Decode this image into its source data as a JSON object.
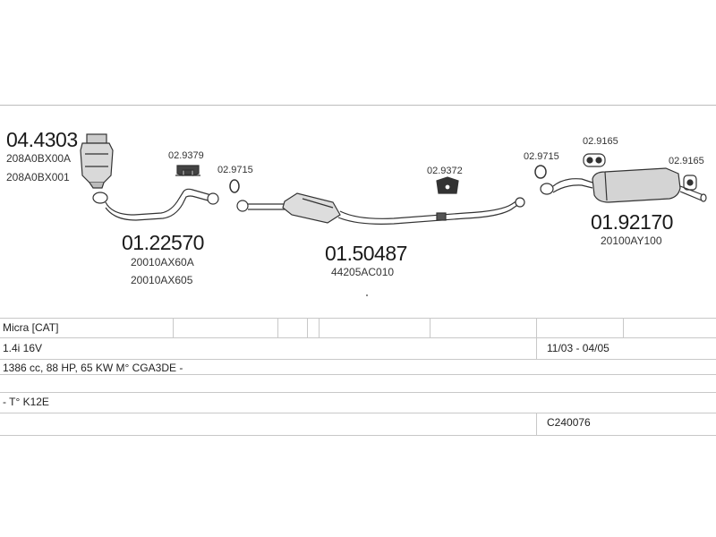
{
  "parts": {
    "catalyst": {
      "code": "04.4303",
      "oem": [
        "208A0BX00A",
        "208A0BX001"
      ]
    },
    "gasket_front": {
      "code": "02.9379"
    },
    "front_pipe": {
      "code": "01.22570",
      "oem": [
        "20010AX60A",
        "20010AX605"
      ]
    },
    "ring_1": {
      "code": "02.9715"
    },
    "center_section": {
      "code": "01.50487",
      "oem": [
        "44205AC010"
      ]
    },
    "hanger_mid": {
      "code": "02.9372"
    },
    "ring_2": {
      "code": "02.9715"
    },
    "hanger_rear": {
      "code": "02.9165"
    },
    "hanger_tail": {
      "code": "02.9165"
    },
    "rear_silencer": {
      "code": "01.92170",
      "oem": [
        "20100AY100"
      ]
    }
  },
  "vehicle": {
    "model": "Micra  [CAT]",
    "engine": "1.4i 16V",
    "dates": "11/03 - 04/05",
    "specs": "1386 cc, 88 HP, 65 KW M° CGA3DE -",
    "type": "- T° K12E",
    "ref": "C240076"
  }
}
